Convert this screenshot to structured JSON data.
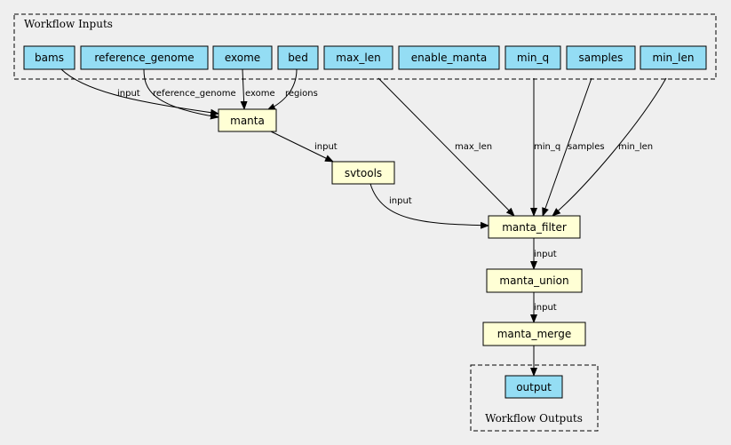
{
  "clusters": {
    "inputs_label": "Workflow Inputs",
    "outputs_label": "Workflow Outputs"
  },
  "inputs": [
    "bams",
    "reference_genome",
    "exome",
    "bed",
    "max_len",
    "enable_manta",
    "min_q",
    "samples",
    "min_len"
  ],
  "steps": [
    "manta",
    "svtools",
    "manta_filter",
    "manta_union",
    "manta_merge"
  ],
  "outputs": [
    "output"
  ],
  "edge_labels": {
    "bams_manta": "input",
    "reference_genome_manta": "reference_genome",
    "exome_manta": "exome",
    "bed_manta": "regions",
    "manta_svtools": "input",
    "svtools_manta_filter": "input",
    "max_len_manta_filter": "max_len",
    "min_q_manta_filter": "min_q",
    "samples_manta_filter": "samples",
    "min_len_manta_filter": "min_len",
    "manta_filter_manta_union": "input",
    "manta_union_manta_merge": "input"
  },
  "colors": {
    "input_fill": "#94ddf4",
    "step_fill": "#ffffd5",
    "background": "#efefef"
  }
}
